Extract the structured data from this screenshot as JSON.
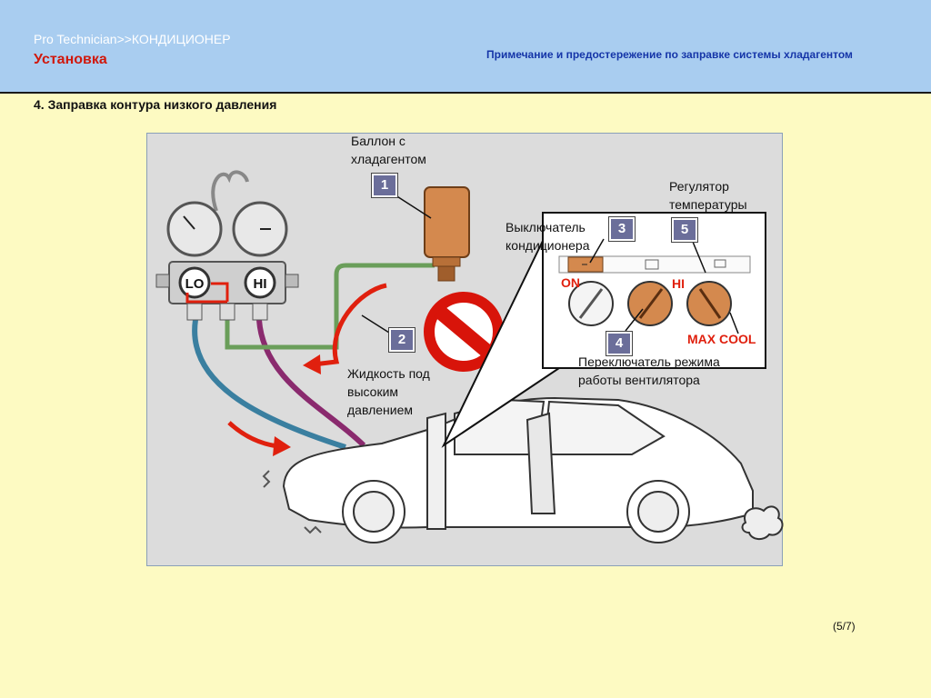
{
  "header": {
    "breadcrumb": "Pro  Technician>>КОНДИЦИОНЕР",
    "section": "Установка",
    "subtitle": "Примечание и предостережение по заправке системы хладагентом"
  },
  "step_title": "4. Заправка контура низкого давления",
  "diagram": {
    "labels": {
      "cylinder_line1": "Баллон с",
      "cylinder_line2": "хладагентом",
      "temp_line1": "Регулятор",
      "temp_line2": "температуры",
      "ac_line1": "Выключатель",
      "ac_line2": "кондиционера",
      "liquid_line1": "Жидкость под",
      "liquid_line2": "высоким",
      "liquid_line3": "давлением",
      "fan_line1": "Переключатель режима",
      "fan_line2": "работы вентилятора"
    },
    "markers": {
      "m1": "1",
      "m2": "2",
      "m3": "3",
      "m4": "4",
      "m5": "5"
    },
    "gauges": {
      "lo": "LO",
      "hi": "HI"
    },
    "control_labels": {
      "on": "ON",
      "hi": "HI",
      "max_cool": "MAX COOL"
    }
  },
  "page_indicator": "(5/7)",
  "colors": {
    "header_bg": "#a9cdf0",
    "page_bg": "#fdfac2",
    "accent_red": "#e0200e",
    "title_blue": "#1535a8"
  }
}
